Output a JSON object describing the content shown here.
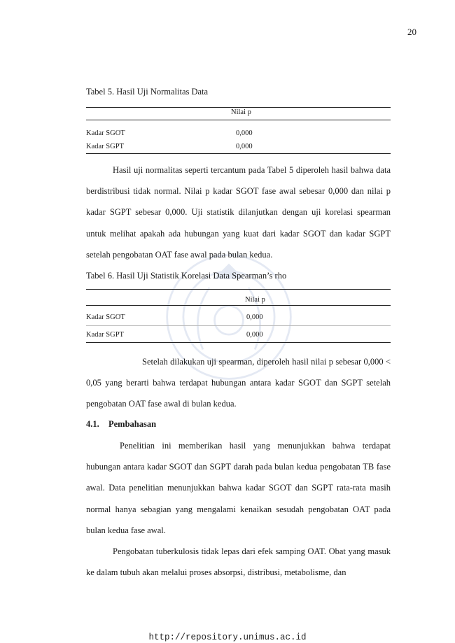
{
  "page_number": "20",
  "table5": {
    "caption": "Tabel 5. Hasil Uji Normalitas Data",
    "header": "Nilai p",
    "rows": [
      {
        "label": "Kadar SGOT",
        "value": "0,000"
      },
      {
        "label": "Kadar SGPT",
        "value": "0,000"
      }
    ]
  },
  "paragraph1": "Hasil uji normalitas seperti tercantum pada Tabel 5 diperoleh hasil bahwa data berdistribusi tidak normal. Nilai p kadar SGOT fase awal sebesar 0,000 dan nilai p kadar SGPT sebesar 0,000. Uji statistik dilanjutkan dengan uji korelasi spearman untuk melihat apakah ada hubungan yang kuat dari kadar SGOT dan kadar SGPT setelah pengobatan OAT fase awal pada bulan kedua.",
  "table6": {
    "caption": "Tabel 6. Hasil Uji Statistik Korelasi Data Spearman’s rho",
    "header": "Nilai p",
    "rows": [
      {
        "label": "Kadar SGOT",
        "value": "0,000"
      },
      {
        "label": "Kadar SGPT",
        "value": "0,000"
      }
    ]
  },
  "paragraph2": "Setelah dilakukan uji spearman, diperoleh hasil nilai p sebesar 0,000 < 0,05 yang berarti bahwa terdapat hubungan antara kadar SGOT dan SGPT setelah pengobatan OAT fase awal di bulan kedua.",
  "section": {
    "number": "4.1.",
    "title": "Pembahasan"
  },
  "paragraph3": "Penelitian ini memberikan hasil yang menunjukkan bahwa terdapat hubungan antara kadar SGOT dan SGPT darah pada bulan kedua pengobatan TB fase awal. Data penelitian menunjukkan bahwa kadar SGOT dan SGPT rata-rata masih normal hanya sebagian yang mengalami kenaikan sesudah pengobatan OAT pada bulan kedua fase awal.",
  "paragraph4": "Pengobatan tuberkulosis tidak lepas dari efek samping OAT.  Obat yang masuk ke dalam tubuh akan melalui proses absorpsi, distribusi, metabolisme, dan",
  "footer_url": "http://repository.unimus.ac.id",
  "colors": {
    "text": "#1a1a1a",
    "watermark": "#3a5aa8"
  }
}
